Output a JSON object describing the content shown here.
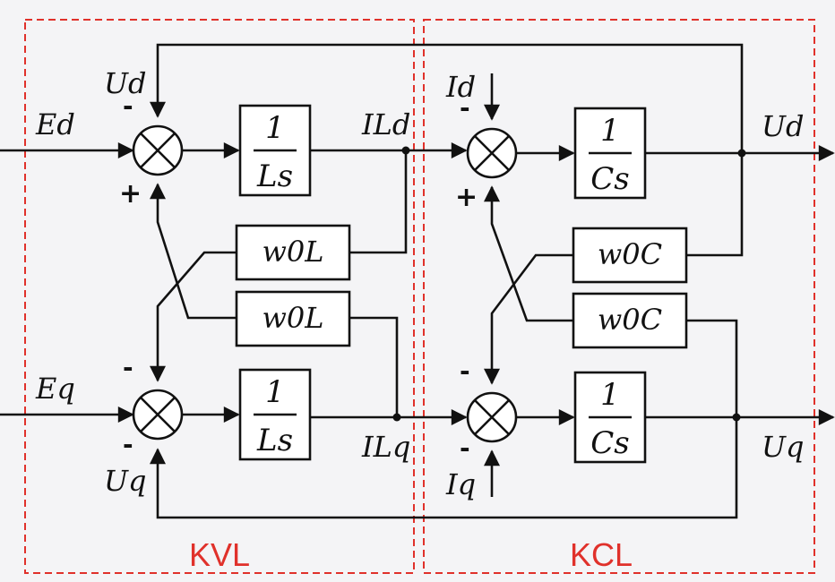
{
  "regions": {
    "kvl": "KVL",
    "kcl": "KCL"
  },
  "colors": {
    "region": "#e0312b",
    "line": "#111111",
    "background": "#f4f4f6"
  },
  "signals": {
    "ed": "Ed",
    "eq": "Eq",
    "ud_fb": "Ud",
    "uq_fb": "Uq",
    "ild": "ILd",
    "ilq": "ILq",
    "id": "Id",
    "iq": "Iq",
    "ud_out": "Ud",
    "uq_out": "Uq"
  },
  "blocks": {
    "inductor_num": "1",
    "inductor_den": "Ls",
    "capacitor_num": "1",
    "capacitor_den": "Cs",
    "w0L": "w0L",
    "w0C": "w0C"
  },
  "signs": {
    "minus": "-",
    "plus": "+"
  }
}
